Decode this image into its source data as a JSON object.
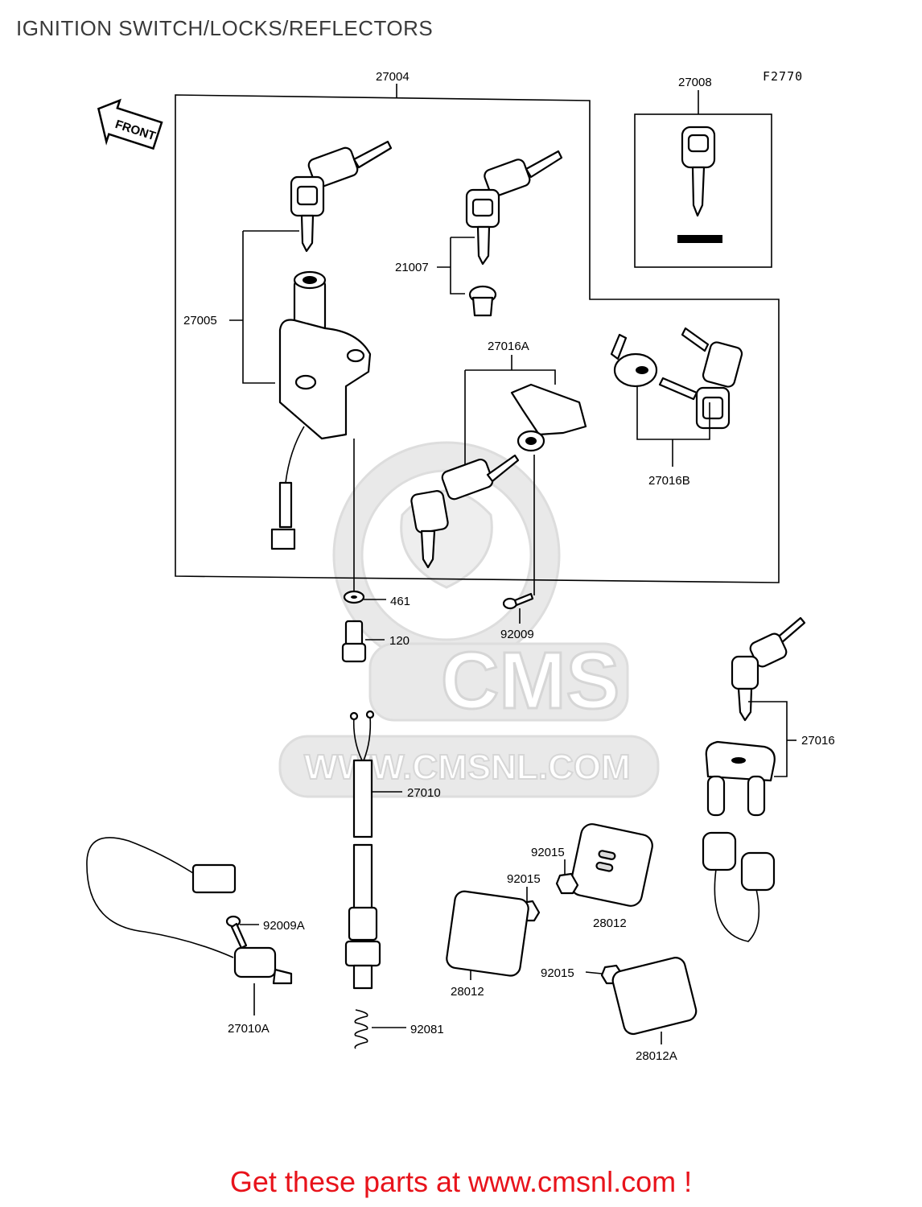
{
  "title": "IGNITION SWITCH/LOCKS/REFLECTORS",
  "figure_code": "F2770",
  "front_arrow_label": "FRONT",
  "watermark": {
    "logo_text": "CMS",
    "url_text": "WWW.CMSNL.COM"
  },
  "parts": {
    "p27004": "27004",
    "p27008": "27008",
    "p27005": "27005",
    "p21007": "21007",
    "p27016A": "27016A",
    "p27016B": "27016B",
    "p461": "461",
    "p120": "120",
    "p92009": "92009",
    "p27016": "27016",
    "p27010": "27010",
    "p92015a": "92015",
    "p92015b": "92015",
    "p92015c": "92015",
    "p28012a": "28012",
    "p28012b": "28012",
    "p92009A": "92009A",
    "p27010A": "27010A",
    "p92081": "92081",
    "p28012A": "28012A"
  },
  "footer": "Get these parts at www.cmsnl.com !"
}
